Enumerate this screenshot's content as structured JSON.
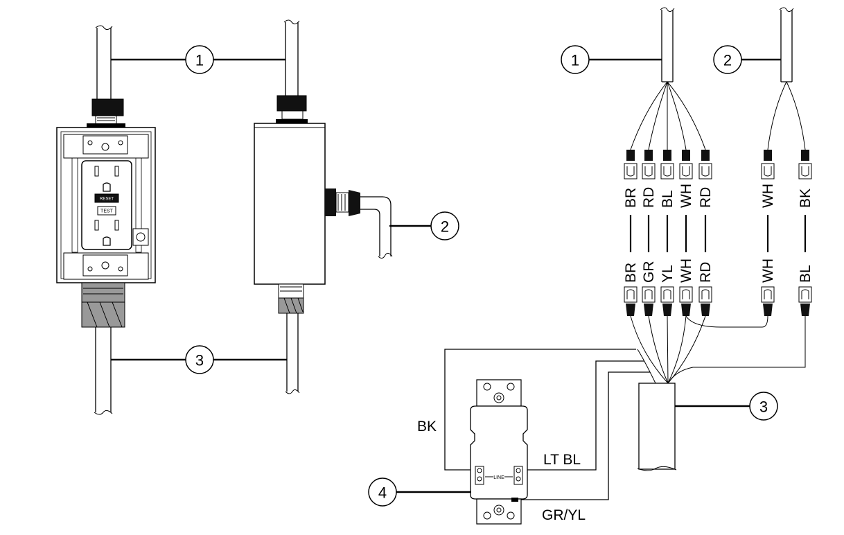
{
  "callouts": {
    "left_1": "1",
    "left_2": "2",
    "left_3": "3",
    "right_1": "1",
    "right_2": "2",
    "right_3": "3",
    "right_4": "4"
  },
  "receptacle": {
    "reset_label": "RESET",
    "test_label": "TEST"
  },
  "connectors": {
    "top_labels": [
      "BR",
      "RD",
      "BL",
      "WH",
      "RD",
      "WH",
      "BK"
    ],
    "bottom_labels": [
      "BR",
      "GR",
      "YL",
      "WH",
      "RD",
      "WH",
      "BL"
    ]
  },
  "outlet": {
    "line_label": "LINE",
    "bk_label": "BK",
    "ltbl_label": "LT BL",
    "gryl_label": "GR/YL"
  }
}
